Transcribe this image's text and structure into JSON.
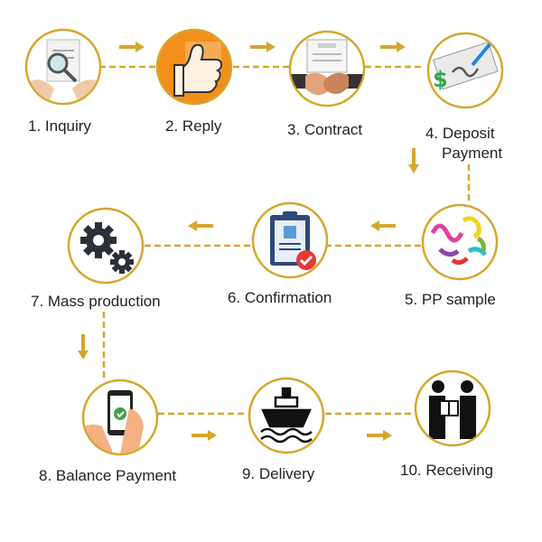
{
  "steps": [
    {
      "label": "1. Inquiry",
      "icon": "inquiry-magnifier-icon"
    },
    {
      "label": "2. Reply",
      "icon": "thumbs-up-icon"
    },
    {
      "label": "3. Contract",
      "icon": "handshake-contract-icon"
    },
    {
      "label": "4. Deposit",
      "label2": "Payment",
      "icon": "check-payment-icon"
    },
    {
      "label": "5. PP sample",
      "icon": "fabric-ribbons-icon"
    },
    {
      "label": "6. Confirmation",
      "icon": "clipboard-check-icon"
    },
    {
      "label": "7. Mass production",
      "icon": "gears-icon"
    },
    {
      "label": "8. Balance Payment",
      "icon": "phone-payment-icon"
    },
    {
      "label": "9. Delivery",
      "icon": "ship-icon"
    },
    {
      "label": "10. Receiving",
      "icon": "handover-box-icon"
    }
  ],
  "colors": {
    "accent": "#d4a72c",
    "circle_border": "#d4a72c",
    "dashed_line": "#d4a72c",
    "text": "#222222"
  }
}
